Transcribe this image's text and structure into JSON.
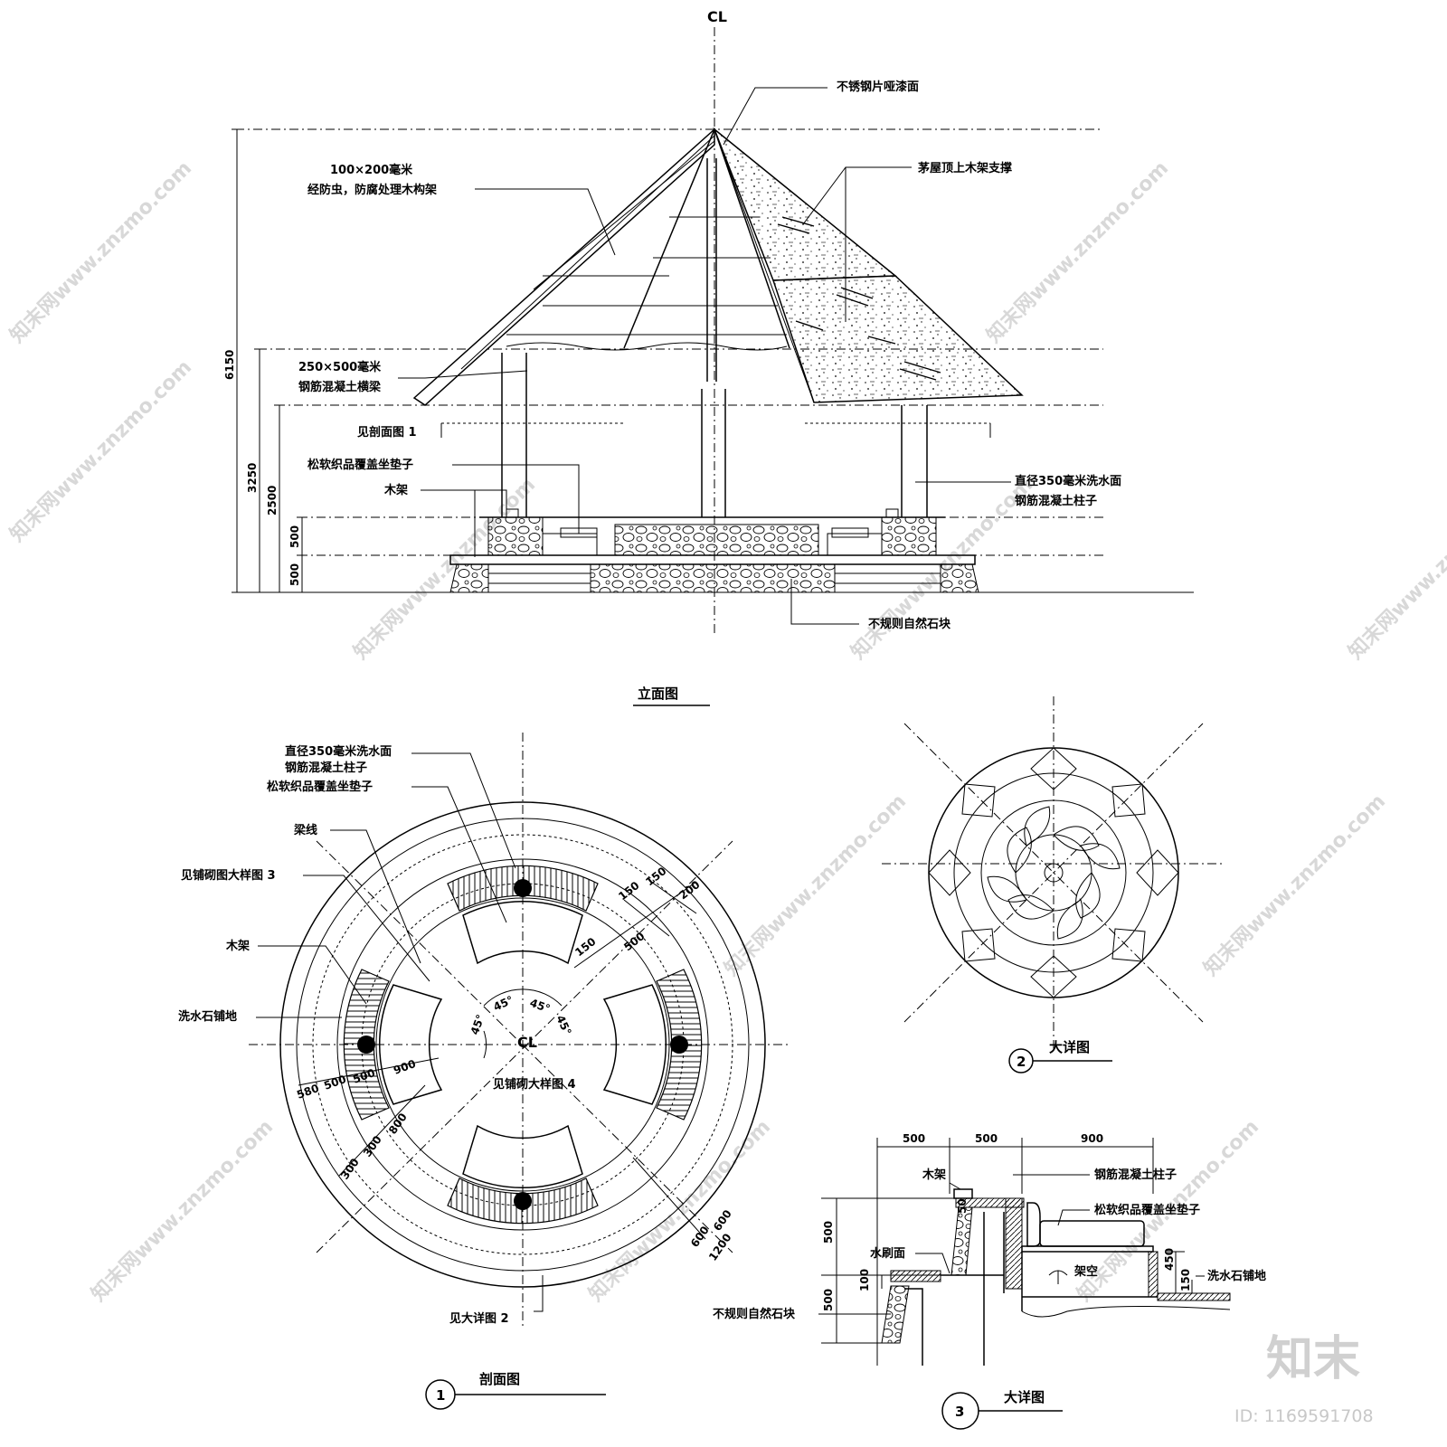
{
  "elevation": {
    "title": "立面图",
    "centerline_mark": "CL",
    "labels": {
      "stainless_cap": "不锈钢片哑漆面",
      "timber_frame_1": "100×200毫米",
      "timber_frame_2": "经防虫，防腐处理木构架",
      "thatch_support": "茅屋顶上木架支撑",
      "beam_1": "250×500毫米",
      "beam_2": "钢筋混凝土横梁",
      "see_section": "见剖面图 1",
      "cushion": "松软织品覆盖坐垫子",
      "wood_frame": "木架",
      "column_1": "直径350毫米洗水面",
      "column_2": "钢筋混凝土柱子",
      "stone": "不规则自然石块"
    },
    "dims": {
      "total": "6150",
      "h3250": "3250",
      "h2500": "2500",
      "h500a": "500",
      "h500b": "500"
    }
  },
  "plan": {
    "title": "剖面图",
    "number": "1",
    "labels": {
      "column_1": "直径350毫米洗水面",
      "column_2": "钢筋混凝土柱子",
      "cushion": "松软织品覆盖坐垫子",
      "beam_line": "梁线",
      "see_detail3": "见铺砌图大样图 3",
      "wood_frame": "木架",
      "paving": "洗水石铺地",
      "see_detail4": "见铺砌大样图 4",
      "see_detail2": "见大详图 2",
      "center": "CL"
    },
    "angles": [
      "45°",
      "45°",
      "45°",
      "45°"
    ],
    "dims": {
      "d150a": "150",
      "d150b": "150",
      "d200": "200",
      "d500": "500",
      "d150c": "150",
      "d580": "580",
      "d500a": "500",
      "d500b": "500",
      "d900": "900",
      "d300a": "300",
      "d300b": "300",
      "d800": "800",
      "d600a": "600",
      "d600b": "600",
      "d1200": "1200"
    }
  },
  "detail2": {
    "title": "大详图",
    "number": "2"
  },
  "detail3": {
    "title": "大详图",
    "number": "3",
    "labels": {
      "wood_frame": "木架",
      "column": "钢筋混凝土柱子",
      "cushion": "松软织品覆盖坐垫子",
      "wash_face": "水刷面",
      "void": "架空",
      "stone": "不规则自然石块",
      "paving": "洗水石铺地"
    },
    "dims": {
      "w500a": "500",
      "w500b": "500",
      "w900": "900",
      "h50": "50",
      "h500a": "500",
      "h100": "100",
      "h500b": "500",
      "h450": "450",
      "h150": "150"
    }
  },
  "watermark": {
    "text": "知末网www.znzmo.com",
    "brand": "知末",
    "id": "ID: 1169591708"
  }
}
